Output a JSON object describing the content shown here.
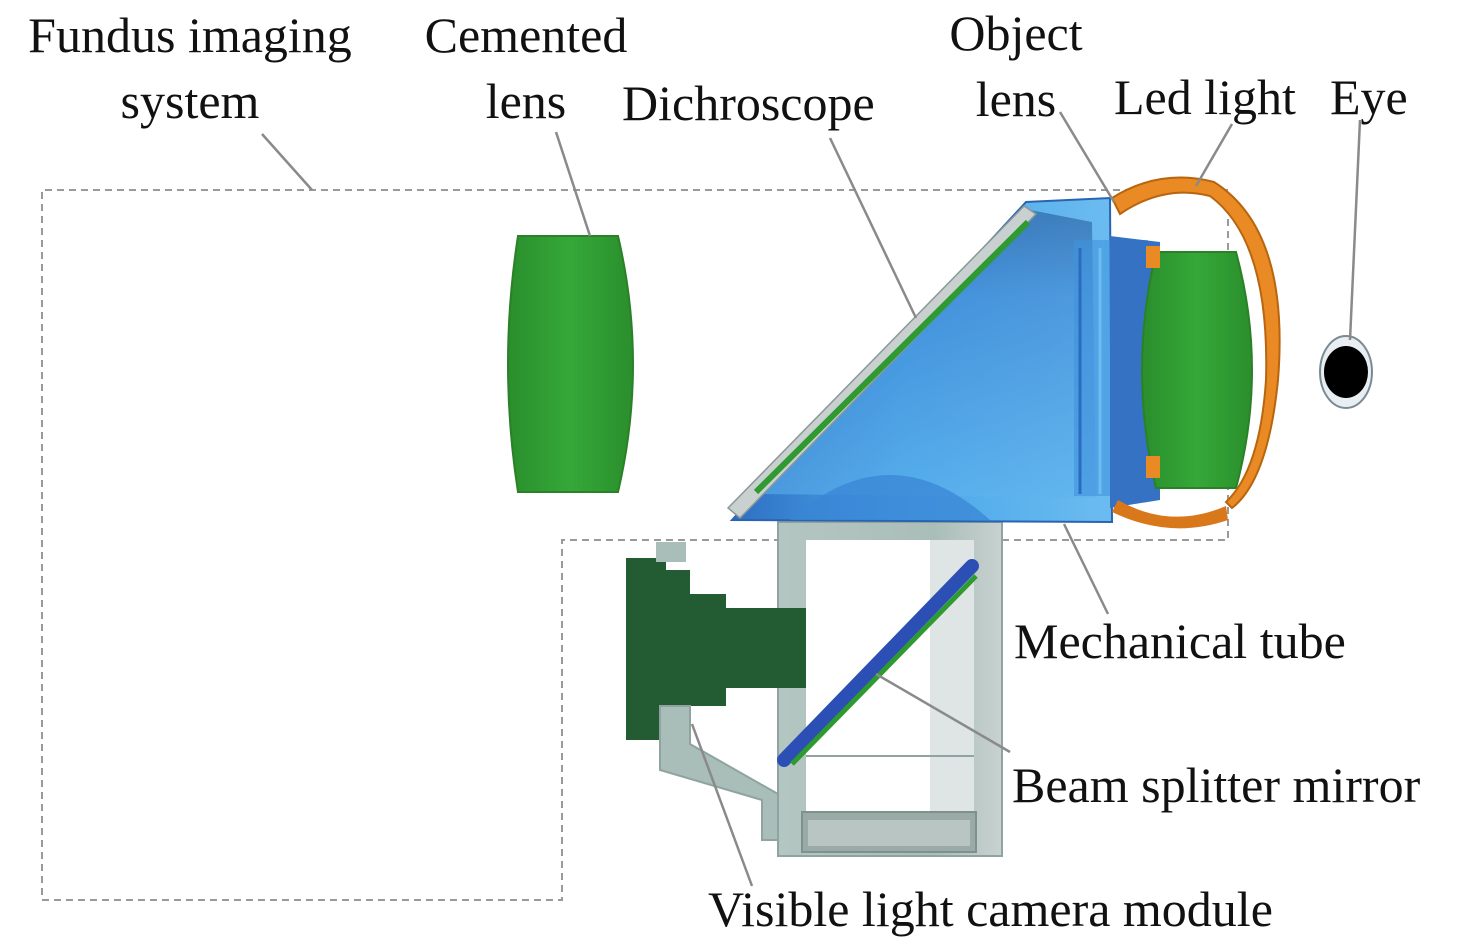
{
  "labels": {
    "fundus_imaging_system": [
      "Fundus imaging",
      "system"
    ],
    "cemented_lens": [
      "Cemented",
      "lens"
    ],
    "dichroscope": "Dichroscope",
    "object_lens": [
      "Object",
      "lens"
    ],
    "led_light": "Led light",
    "eye": "Eye",
    "mechanical_tube": "Mechanical tube",
    "beam_splitter_mirror": "Beam splitter mirror",
    "visible_light_camera_module": "Visible light camera module"
  },
  "colors": {
    "lens_green": "#2e9a30",
    "tube_blue": "#4aa6e8",
    "tube_blue_dark": "#2f6fc4",
    "led_orange": "#e98a24",
    "housing_gray": "#a9bdb9",
    "camera_green": "#235c32",
    "mirror_blue": "#2b4fb4",
    "eye_black": "#000000",
    "leader_line": "#8a8a8a",
    "dashed_frame": "#9a9a9a"
  }
}
